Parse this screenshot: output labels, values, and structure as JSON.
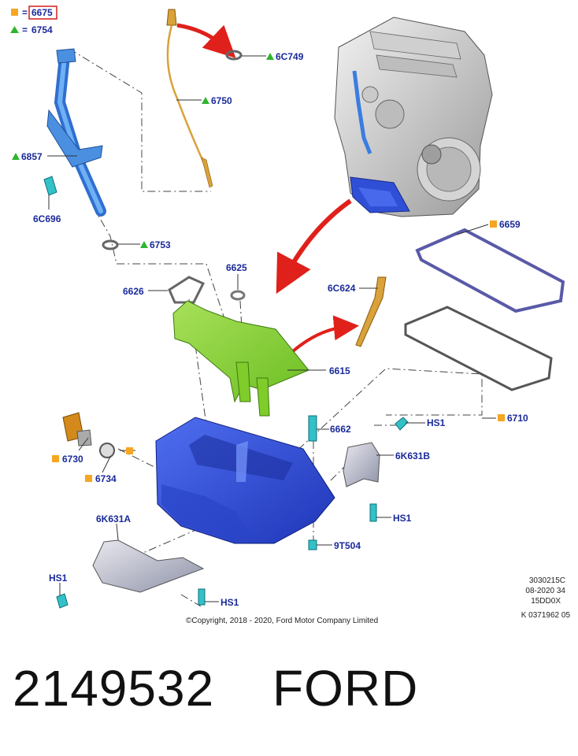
{
  "legend": {
    "square_label": "6675",
    "triangle_label": "6754",
    "separator": "="
  },
  "colors": {
    "label_blue": "#1a2a9a",
    "orange_marker": "#f5a623",
    "green_marker": "#2fb52f",
    "red_arrow": "#e0201b",
    "oil_pan_blue": "#2f4fd6",
    "baffle_green": "#8fd43a",
    "tube_blue": "#4a8fe0",
    "bolt_cyan": "#33c1c8",
    "gasket_purple": "#5a5aa8",
    "dipstick_orange": "#d9a23a"
  },
  "callouts": [
    {
      "id": "c-6C749",
      "text": "6C749",
      "marker": "triangle"
    },
    {
      "id": "c-6750",
      "text": "6750",
      "marker": "triangle"
    },
    {
      "id": "c-6857",
      "text": "6857",
      "marker": "triangle"
    },
    {
      "id": "c-6C696",
      "text": "6C696",
      "marker": "none"
    },
    {
      "id": "c-6753",
      "text": "6753",
      "marker": "triangle"
    },
    {
      "id": "c-6659",
      "text": "6659",
      "marker": "square"
    },
    {
      "id": "c-6626",
      "text": "6626",
      "marker": "none"
    },
    {
      "id": "c-6625",
      "text": "6625",
      "marker": "none"
    },
    {
      "id": "c-6C624",
      "text": "6C624",
      "marker": "none"
    },
    {
      "id": "c-6615",
      "text": "6615",
      "marker": "none"
    },
    {
      "id": "c-6710",
      "text": "6710",
      "marker": "square"
    },
    {
      "id": "c-HS1a",
      "text": "HS1",
      "marker": "none"
    },
    {
      "id": "c-6662",
      "text": "6662",
      "marker": "none"
    },
    {
      "id": "c-6730",
      "text": "6730",
      "marker": "square"
    },
    {
      "id": "c-6734",
      "text": "6734",
      "marker": "square"
    },
    {
      "id": "c-6K631B",
      "text": "6K631B",
      "marker": "none"
    },
    {
      "id": "c-HS1b",
      "text": "HS1",
      "marker": "none"
    },
    {
      "id": "c-6K631A",
      "text": "6K631A",
      "marker": "none"
    },
    {
      "id": "c-9T504",
      "text": "9T504",
      "marker": "none"
    },
    {
      "id": "c-HS1c",
      "text": "HS1",
      "marker": "none"
    },
    {
      "id": "c-HS1d",
      "text": "HS1",
      "marker": "none"
    }
  ],
  "drawing_code": [
    "3030215C",
    "08-2020 34",
    "15DD0X",
    "K 0371962 05"
  ],
  "copyright": "©Copyright, 2018 - 2020, Ford Motor Company Limited",
  "part_number": "2149532",
  "brand": "FORD"
}
